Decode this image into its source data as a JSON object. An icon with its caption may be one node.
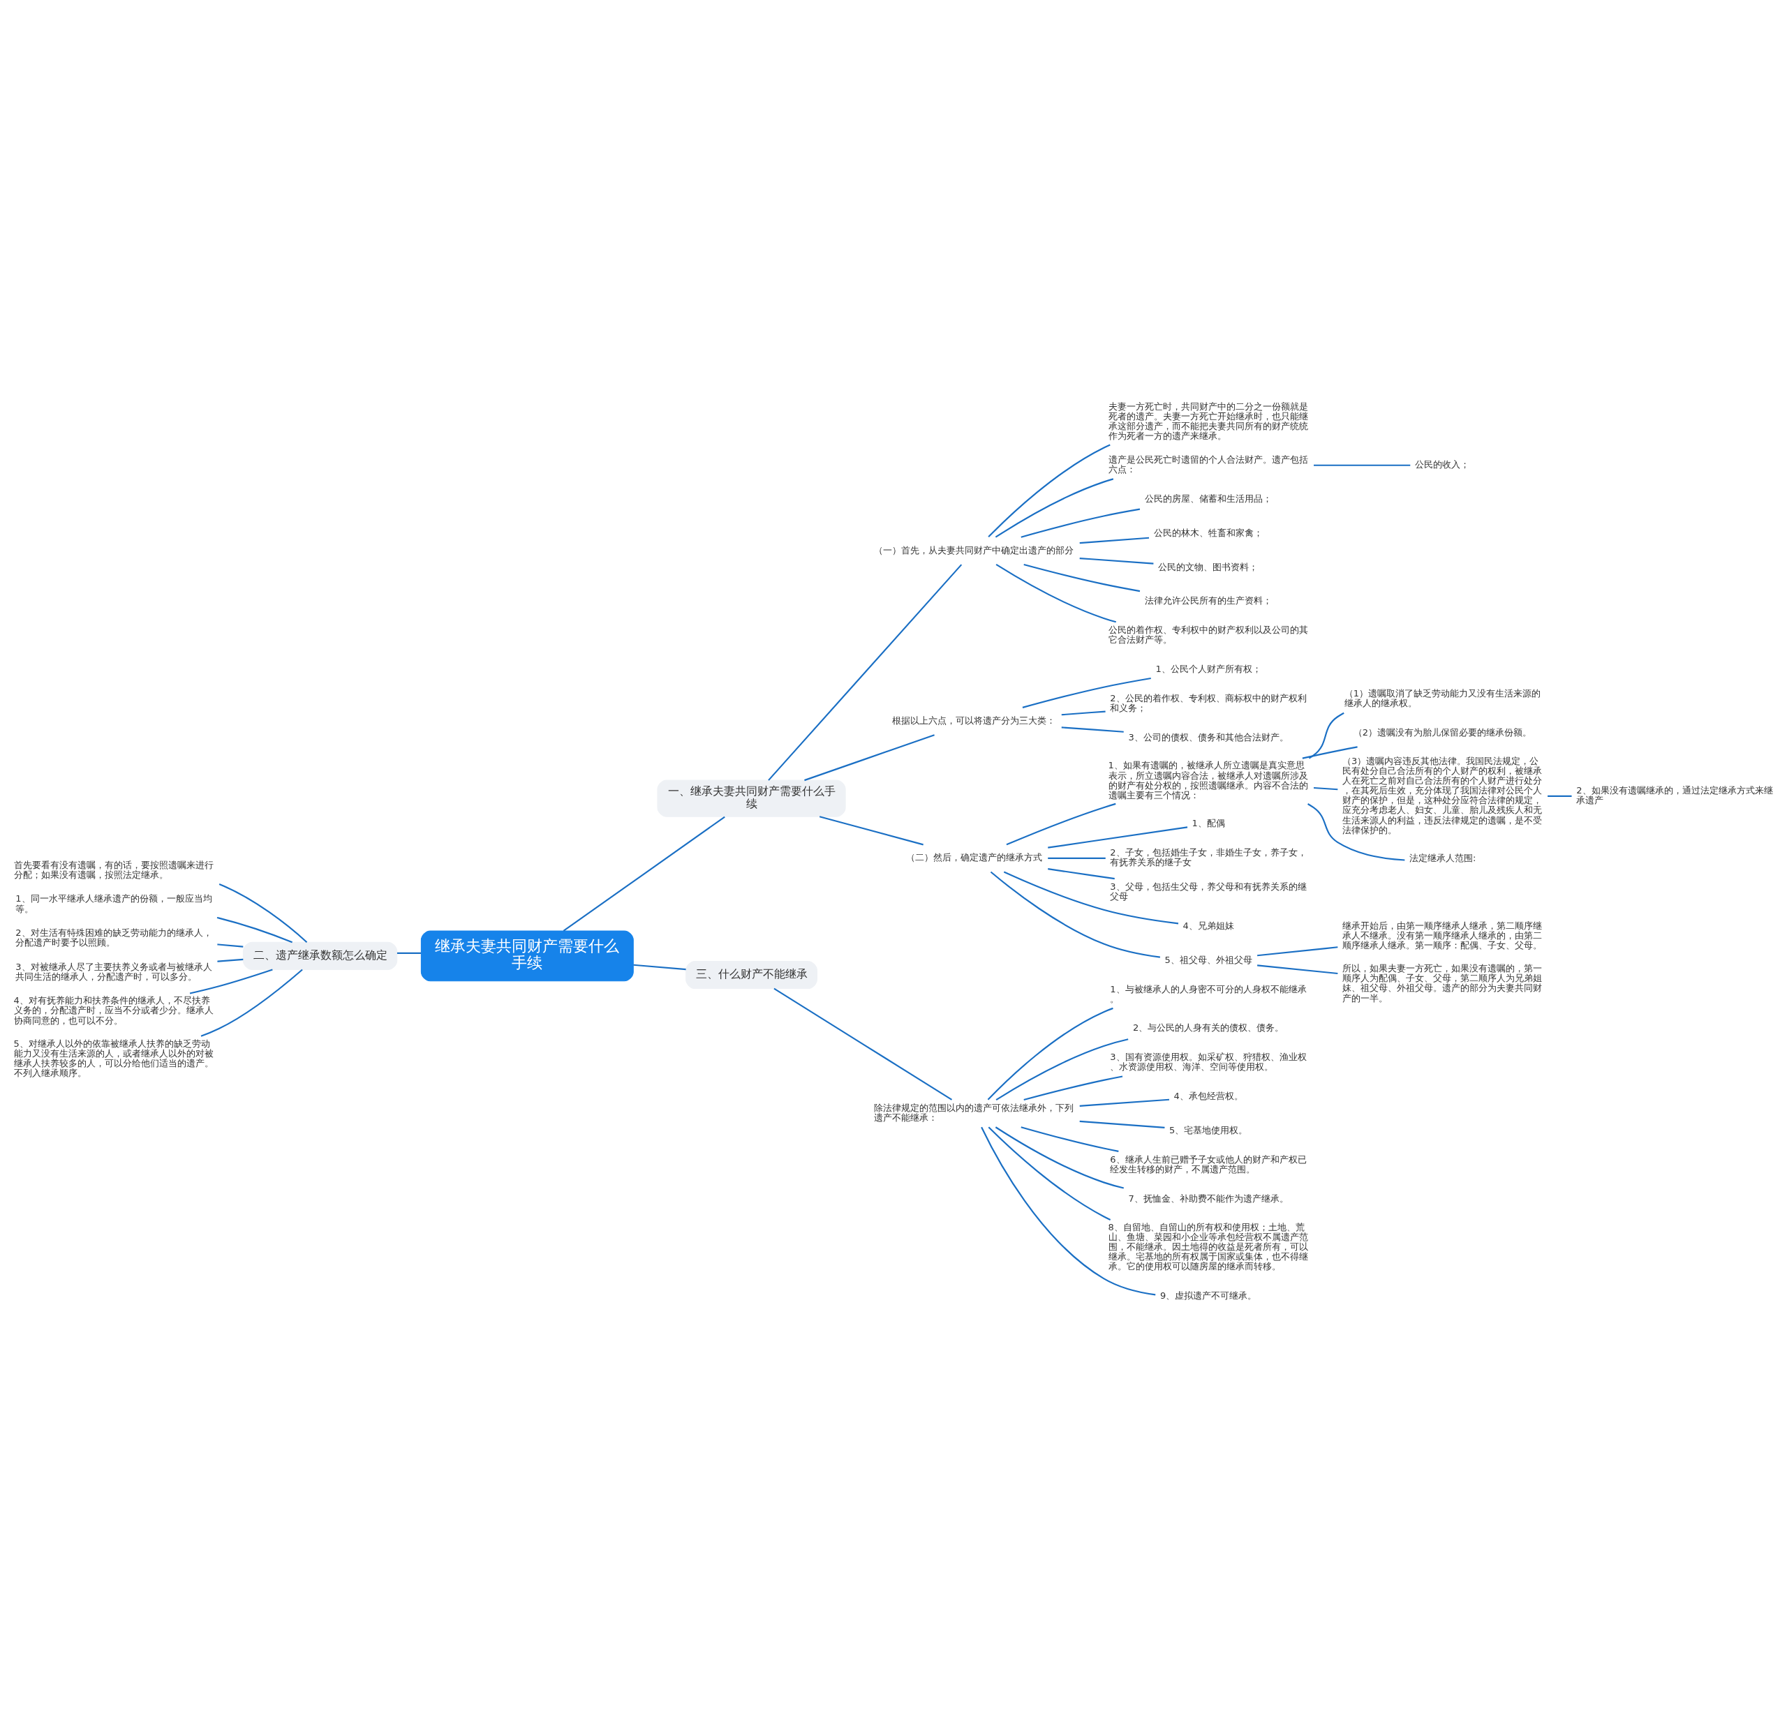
{
  "diagram": {
    "nodes": [
      {
        "text": [
          "继承夫妻共同财产需要什么手续"
        ]
      },
      {
        "text": [
          "一、继承夫妻共同财产需要什么手续"
        ]
      },
      {
        "text": [
          "（一）首先，从夫妻共同财产中确定出遗产的部分"
        ]
      },
      {
        "text": [
          "夫妻一方死亡时，共同财产中的二分之一份额就是死者的遗产。夫妻一方死亡开始继承时，也只能继承这部分遗产，而不能把夫妻共同所有的财产统统作为死者一方的遗产来继承。"
        ]
      },
      {
        "text": [
          "遗产是公民死亡时遗留的个人合法财产。遗产包括六点："
        ]
      },
      {
        "text": [
          "公民的收入；"
        ]
      },
      {
        "text": [
          "公民的房屋、储蓄和生活用品；"
        ]
      },
      {
        "text": [
          "公民的林木、牲畜和家禽；"
        ]
      },
      {
        "text": [
          "公民的文物、图书资料；"
        ]
      },
      {
        "text": [
          "法律允许公民所有的生产资料；"
        ]
      },
      {
        "text": [
          "公民的着作权、专利权中的财产权利以及公司的其它合法财产等。"
        ]
      },
      {
        "text": [
          "根据以上六点，可以将遗产分为三大类："
        ]
      },
      {
        "text": [
          "1、公民个人财产所有权；"
        ]
      },
      {
        "text": [
          "2、公民的着作权、专利权、商标权中的财产权利和义务；"
        ]
      },
      {
        "text": [
          "3、公司的债权、债务和其他合法财产。"
        ]
      },
      {
        "text": [
          "（二）然后，确定遗产的继承方式"
        ]
      },
      {
        "text": [
          "1、如果有遗嘱的，被继承人所立遗嘱是真实意思表示，所立遗嘱内容合法，被继承人对遗嘱所涉及的财产有处分权的，按照遗嘱继承。内容不合法的遗嘱主要有三个情况："
        ]
      },
      {
        "text": [
          "（1）遗嘱取消了缺乏劳动能力又没有生活来源的继承人的继承权。"
        ]
      },
      {
        "text": [
          "（2）遗嘱没有为胎儿保留必要的继承份额。"
        ]
      },
      {
        "text": [
          "（3）遗嘱内容违反其他法律。我国民法规定，公民有处分自己合法所有的个人财产的权利，被继承人在死亡之前对自己合法所有的个人财产进行处分，在其死后生效，充分体现了我国法律对公民个人财产的保护，但是，这种处分应符合法律的规定，应充分考虑老人、妇女、儿童、胎儿及残疾人和无生活来源人的利益，违反法律规定的遗嘱，是不受法律保护的。"
        ]
      },
      {
        "text": [
          "2、如果没有遗嘱继承的，通过法定继承方式来继承遗产"
        ]
      },
      {
        "text": [
          "法定继承人范围:"
        ]
      },
      {
        "text": [
          "1、配偶"
        ]
      },
      {
        "text": [
          "2、子女，包括婚生子女，非婚生子女，养子女，有抚养关系的继子女"
        ]
      },
      {
        "text": [
          "3、父母，包括生父母，养父母和有抚养关系的继父母"
        ]
      },
      {
        "text": [
          "4、兄弟姐妹"
        ]
      },
      {
        "text": [
          "5、祖父母、外祖父母"
        ]
      },
      {
        "text": [
          "继承开始后，由第一顺序继承人继承，第二顺序继承人不继承。没有第一顺序继承人继承的，由第二顺序继承人继承。第一顺序：配偶、子女、父母。"
        ]
      },
      {
        "text": [
          "所以，如果夫妻一方死亡，如果没有遗嘱的，第一顺序人为配偶、子女、父母，第二顺序人为兄弟姐妹、祖父母、外祖父母。遗产的部分为夫妻共同财产的一半。"
        ]
      },
      {
        "text": [
          "二、遗产继承数额怎么确定"
        ]
      },
      {
        "text": [
          "首先要看有没有遗嘱，有的话，要按照遗嘱来进行分配；如果没有遗嘱，按照法定继承。"
        ]
      },
      {
        "text": [
          "1、同一水平继承人继承遗产的份额，一般应当均等。"
        ]
      },
      {
        "text": [
          "2、对生活有特殊困难的缺乏劳动能力的继承人，分配遗产时要予以照顾。"
        ]
      },
      {
        "text": [
          "3、对被继承人尽了主要扶养义务或者与被继承人共同生活的继承人，分配遗产时，可以多分。"
        ]
      },
      {
        "text": [
          "4、对有抚养能力和扶养条件的继承人，不尽扶养义务的，分配遗产时，应当不分或者少分。继承人协商同意的，也可以不分。"
        ]
      },
      {
        "text": [
          "5、对继承人以外的依靠被继承人扶养的缺乏劳动能力又没有生活来源的人，或者继承人以外的对被继承人扶养较多的人，可以分给他们适当的遗产。不列入继承顺序。"
        ]
      },
      {
        "text": [
          "三、什么财产不能继承"
        ]
      },
      {
        "text": [
          "除法律规定的范围以内的遗产可依法继承外，下列遗产不能继承："
        ]
      },
      {
        "text": [
          "1、与被继承人的人身密不可分的人身权不能继承。"
        ]
      },
      {
        "text": [
          "2、与公民的人身有关的债权、债务。"
        ]
      },
      {
        "text": [
          "3、国有资源使用权。如采矿权、狩猎权、渔业权、水资源使用权、海洋、空间等使用权。"
        ]
      },
      {
        "text": [
          "4、承包经营权。"
        ]
      },
      {
        "text": [
          "5、宅基地使用权。"
        ]
      },
      {
        "text": [
          "6、继承人生前已赠予子女或他人的财产和产权已经发生转移的财产，不属遗产范围。"
        ]
      },
      {
        "text": [
          "7、抚恤金、补助费不能作为遗产继承。"
        ]
      },
      {
        "text": [
          "8、自留地、自留山的所有权和使用权；土地、荒山、鱼塘、菜园和小企业等承包经营权不属遗产范围，不能继承。因土地得的收益是死者所有，可以继承。宅基地的所有权属于国家或集体，也不得继承。它的使用权可以随房屋的继承而转移。"
        ]
      },
      {
        "text": [
          "9、虚拟遗产不可继承。"
        ]
      }
    ],
    "edges": [
      {
        "from": 0,
        "to": 1,
        "arrow": "none"
      },
      {
        "from": 1,
        "to": 2,
        "arrow": "none"
      },
      {
        "from": 2,
        "to": 3,
        "arrow": "none"
      },
      {
        "from": 2,
        "to": 4,
        "arrow": "none"
      },
      {
        "from": 4,
        "to": 5,
        "arrow": "none"
      },
      {
        "from": 2,
        "to": 6,
        "arrow": "none"
      },
      {
        "from": 2,
        "to": 7,
        "arrow": "none"
      },
      {
        "from": 2,
        "to": 8,
        "arrow": "none"
      },
      {
        "from": 2,
        "to": 9,
        "arrow": "none"
      },
      {
        "from": 2,
        "to": 10,
        "arrow": "none"
      },
      {
        "from": 1,
        "to": 11,
        "arrow": "none"
      },
      {
        "from": 11,
        "to": 12,
        "arrow": "none"
      },
      {
        "from": 11,
        "to": 13,
        "arrow": "none"
      },
      {
        "from": 11,
        "to": 14,
        "arrow": "none"
      },
      {
        "from": 1,
        "to": 15,
        "arrow": "none"
      },
      {
        "from": 15,
        "to": 16,
        "arrow": "none"
      },
      {
        "from": 16,
        "to": 17,
        "arrow": "none"
      },
      {
        "from": 16,
        "to": 18,
        "arrow": "none"
      },
      {
        "from": 16,
        "to": 19,
        "arrow": "none"
      },
      {
        "from": 19,
        "to": 20,
        "arrow": "none"
      },
      {
        "from": 16,
        "to": 21,
        "arrow": "none"
      },
      {
        "from": 15,
        "to": 22,
        "arrow": "none"
      },
      {
        "from": 15,
        "to": 23,
        "arrow": "none"
      },
      {
        "from": 15,
        "to": 24,
        "arrow": "none"
      },
      {
        "from": 15,
        "to": 25,
        "arrow": "none"
      },
      {
        "from": 15,
        "to": 26,
        "arrow": "none"
      },
      {
        "from": 26,
        "to": 27,
        "arrow": "none"
      },
      {
        "from": 26,
        "to": 28,
        "arrow": "none"
      },
      {
        "from": 0,
        "to": 29,
        "arrow": "none"
      },
      {
        "from": 29,
        "to": 30,
        "arrow": "none"
      },
      {
        "from": 29,
        "to": 31,
        "arrow": "none"
      },
      {
        "from": 29,
        "to": 32,
        "arrow": "none"
      },
      {
        "from": 29,
        "to": 33,
        "arrow": "none"
      },
      {
        "from": 29,
        "to": 34,
        "arrow": "none"
      },
      {
        "from": 29,
        "to": 35,
        "arrow": "none"
      },
      {
        "from": 0,
        "to": 36,
        "arrow": "none"
      },
      {
        "from": 36,
        "to": 37,
        "arrow": "none"
      },
      {
        "from": 37,
        "to": 38,
        "arrow": "none"
      },
      {
        "from": 37,
        "to": 39,
        "arrow": "none"
      },
      {
        "from": 37,
        "to": 40,
        "arrow": "none"
      },
      {
        "from": 37,
        "to": 41,
        "arrow": "none"
      },
      {
        "from": 37,
        "to": 42,
        "arrow": "none"
      },
      {
        "from": 37,
        "to": 43,
        "arrow": "none"
      },
      {
        "from": 37,
        "to": 44,
        "arrow": "none"
      },
      {
        "from": 37,
        "to": 45,
        "arrow": "none"
      },
      {
        "from": 37,
        "to": 46,
        "arrow": "none"
      }
    ]
  }
}
